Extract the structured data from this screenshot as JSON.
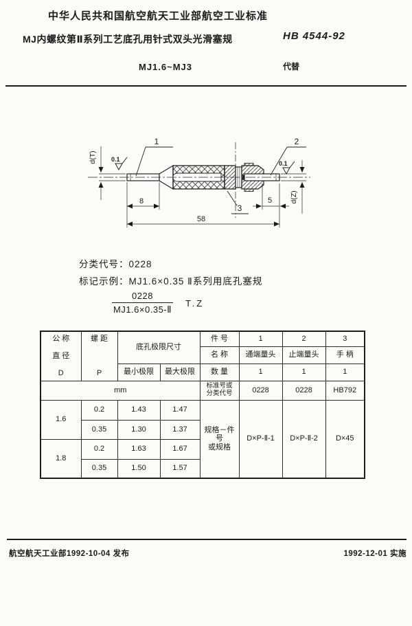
{
  "page": {
    "bg": "#fbfbf8",
    "ink": "#1a1a1a"
  },
  "header": {
    "org_line": "中华人民共和国航空航天工业部航空工业标准",
    "title": "MJ内螺纹第Ⅱ系列工艺底孔用针式双头光滑塞规",
    "standard_no": "HB 4544-92",
    "size_range": "MJ1.6~MJ3",
    "supersedes_label": "代替"
  },
  "drawing": {
    "part_labels": [
      "1",
      "2",
      "3"
    ],
    "dims": {
      "left_pin_len": "8",
      "right_pin_len": "5",
      "total_len": "58"
    },
    "axis_labels": {
      "left": "d(T)",
      "right": "d(Z)"
    },
    "tolerance": "0.1"
  },
  "classification": {
    "class_line": "分类代号：0228",
    "marking_line": "标记示例：MJ1.6×0.35 Ⅱ系列用底孔塞规",
    "fraction_numerator": "0228",
    "fraction_denominator": "MJ1.6×0.35-Ⅱ",
    "fraction_suffix": "T.Z"
  },
  "table": {
    "left": {
      "col_diameter_l1": "公 称",
      "col_diameter_l2": "直 径",
      "col_diameter_l3": "D",
      "col_pitch_l1": "螺 距",
      "col_pitch_l2": "P",
      "col_hole_header": "底孔极限尺寸",
      "col_min": "最小极限",
      "col_max": "最大极限",
      "unit": "mm",
      "rows": [
        {
          "d": "1.6",
          "p": "0.2",
          "min": "1.43",
          "max": "1.47"
        },
        {
          "d": "",
          "p": "0.35",
          "min": "1.30",
          "max": "1.37"
        },
        {
          "d": "1.8",
          "p": "0.2",
          "min": "1.63",
          "max": "1.67"
        },
        {
          "d": "",
          "p": "0.35",
          "min": "1.50",
          "max": "1.57"
        }
      ]
    },
    "right": {
      "row_part_no_label": "件  号",
      "part_nos": [
        "1",
        "2",
        "3"
      ],
      "row_name_label": "名  称",
      "names": [
        "通端量头",
        "止端量头",
        "手 柄"
      ],
      "row_qty_label": "数  量",
      "qtys": [
        "1",
        "1",
        "1"
      ],
      "row_std_label_l1": "标准号或",
      "row_std_label_l2": "分类代号",
      "stds": [
        "0228",
        "0228",
        "HB792"
      ],
      "row_spec_label_l1": "规格－件号",
      "row_spec_label_l2": "或规格",
      "specs": [
        "D×P-Ⅱ-1",
        "D×P-Ⅱ-2",
        "D×45"
      ]
    }
  },
  "footer": {
    "issued": "航空航天工业部1992-10-04 发布",
    "implemented": "1992-12-01 实施"
  }
}
